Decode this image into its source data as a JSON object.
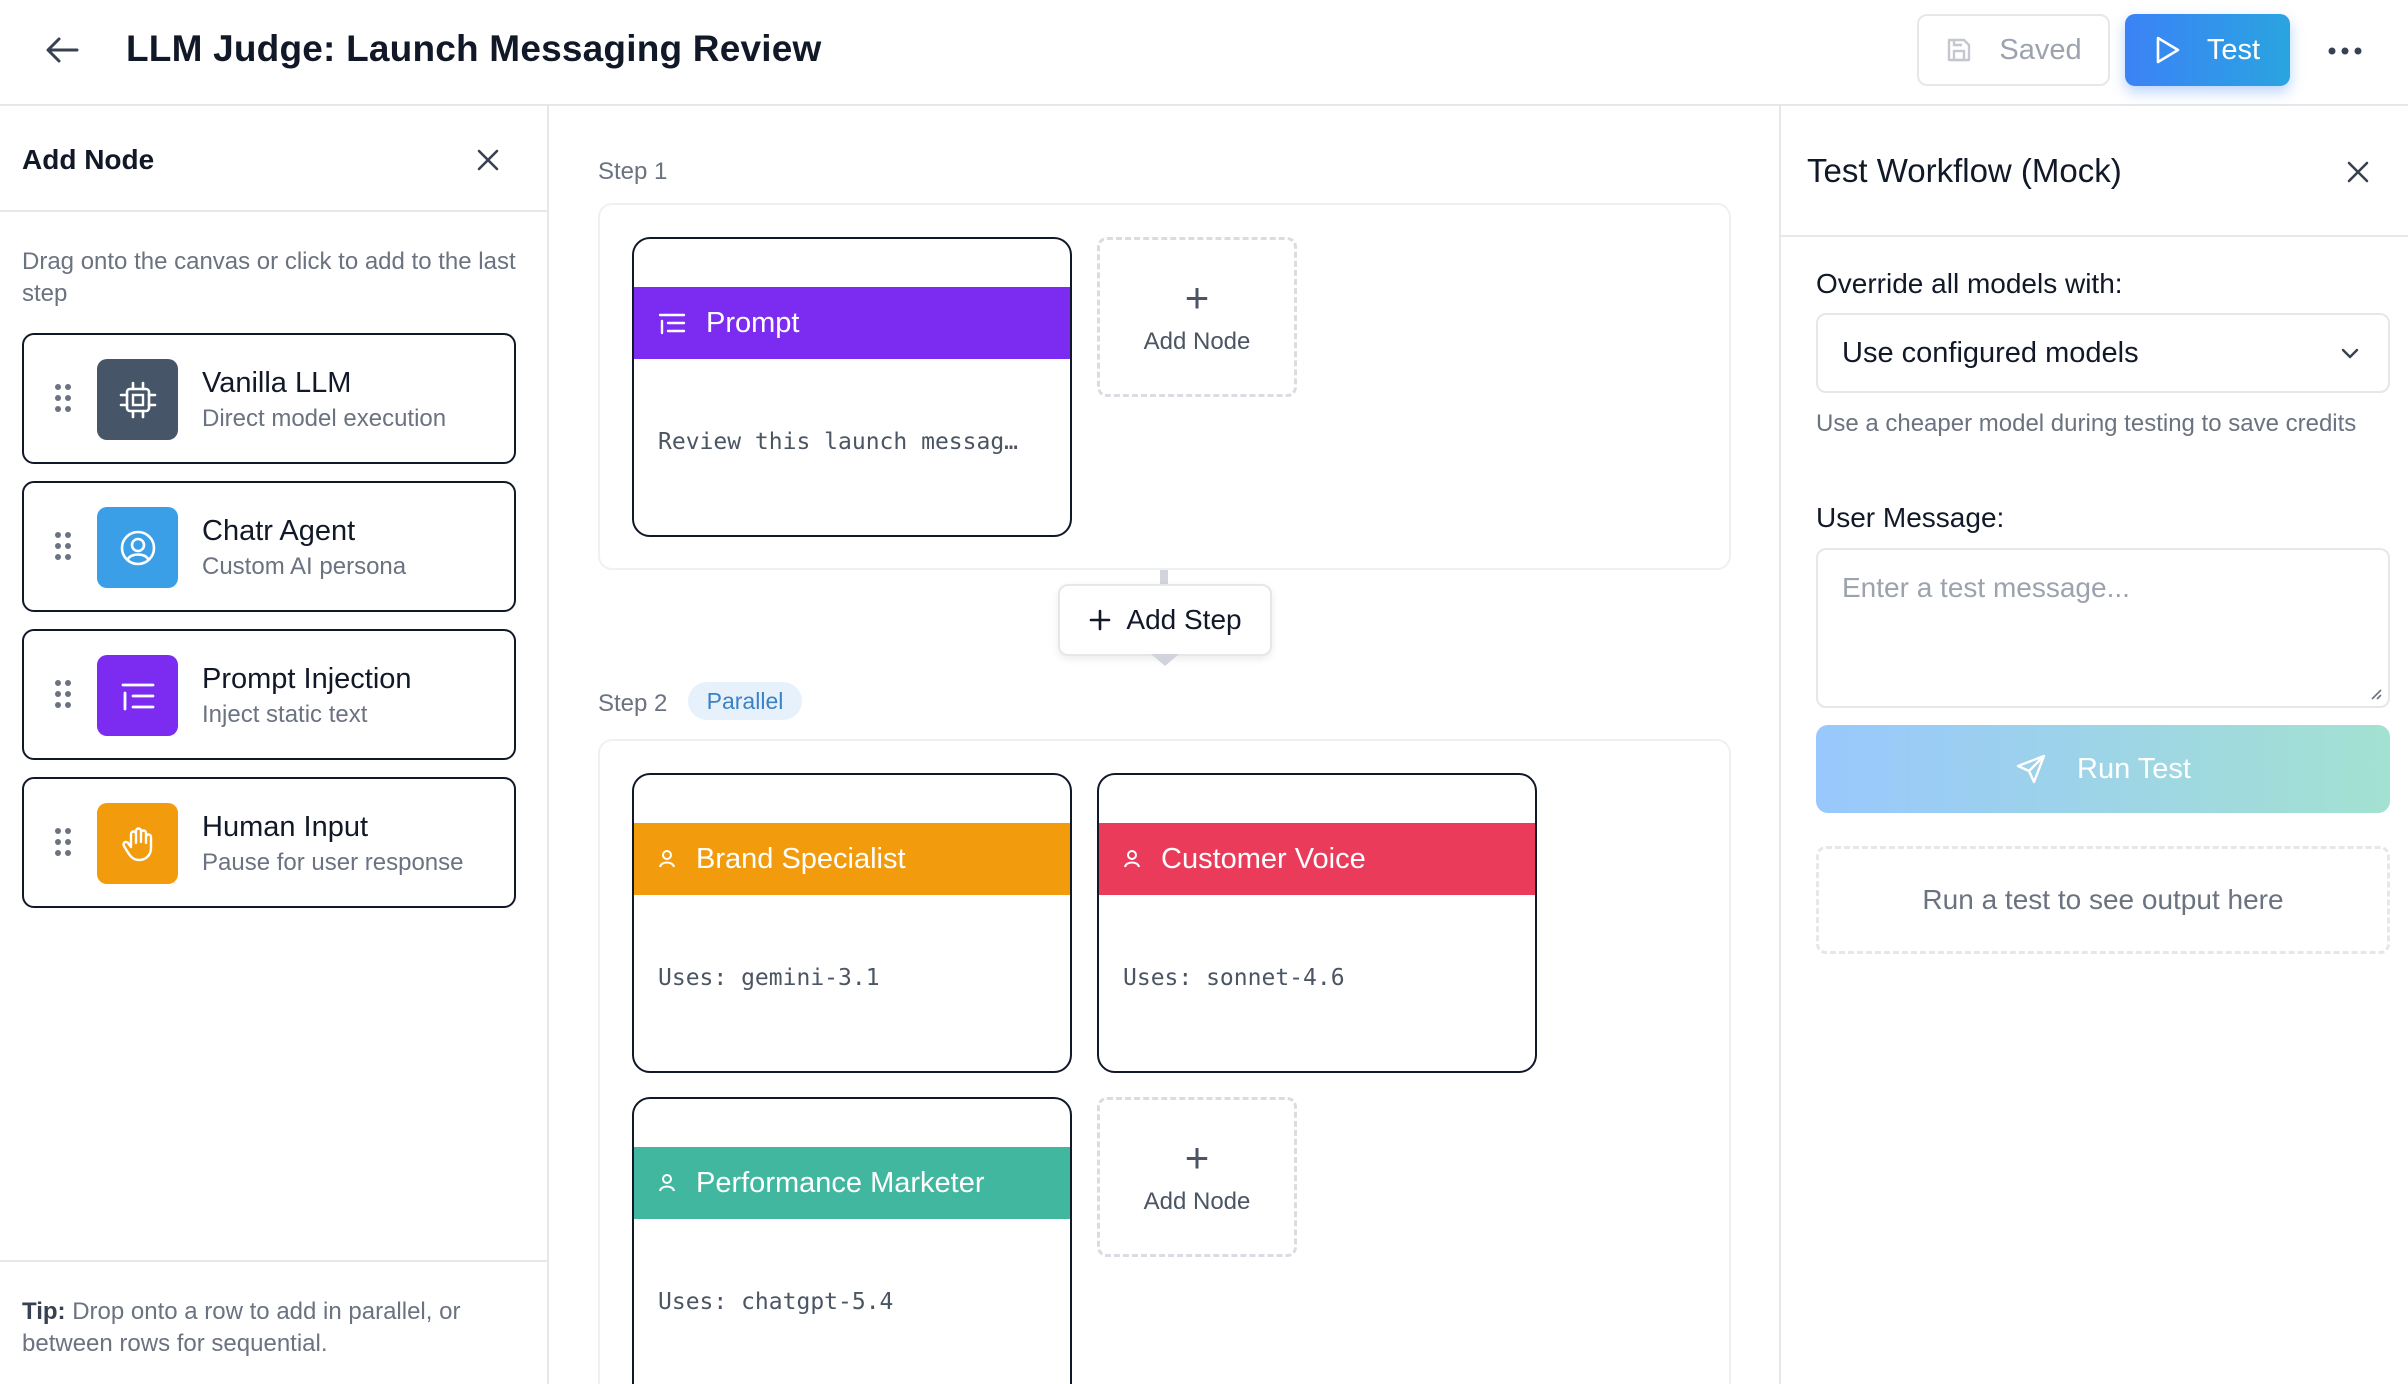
{
  "header": {
    "title": "LLM Judge: Launch Messaging Review",
    "saved_label": "Saved",
    "test_label": "Test"
  },
  "left_panel": {
    "title": "Add Node",
    "hint": "Drag onto the canvas or click to add to the last step",
    "items": [
      {
        "name": "Vanilla LLM",
        "description": "Direct model execution",
        "icon": "cpu-chip-icon",
        "color": "#475569"
      },
      {
        "name": "Chatr Agent",
        "description": "Custom AI persona",
        "icon": "user-circle-icon",
        "color": "#3b9fe8"
      },
      {
        "name": "Prompt Injection",
        "description": "Inject static text",
        "icon": "text-list-icon",
        "color": "#7c2cf0"
      },
      {
        "name": "Human Input",
        "description": "Pause for user response",
        "icon": "hand-icon",
        "color": "#f29b0c"
      }
    ],
    "tip_label": "Tip:",
    "tip_text": " Drop onto a row to add in parallel, or between rows for sequential."
  },
  "canvas": {
    "step1": {
      "label": "Step 1",
      "nodes": [
        {
          "title": "Prompt",
          "body": "Review this launch messag…",
          "color": "#7c2cf0",
          "icon": "text-list-icon"
        }
      ],
      "add_node_label": "Add Node"
    },
    "add_step_label": "Add Step",
    "step2": {
      "label": "Step 2",
      "badge": "Parallel",
      "nodes": [
        {
          "title": "Brand Specialist",
          "body": "Uses: gemini-3.1",
          "color": "#f29b0c",
          "icon": "user-icon"
        },
        {
          "title": "Customer Voice",
          "body": "Uses: sonnet-4.6",
          "color": "#ea3b5a",
          "icon": "user-icon"
        },
        {
          "title": "Performance Marketer",
          "body": "Uses: chatgpt-5.4",
          "color": "#41b79f",
          "icon": "user-icon"
        }
      ],
      "add_node_label": "Add Node"
    }
  },
  "right_panel": {
    "title": "Test Workflow (Mock)",
    "override_label": "Override all models with:",
    "override_value": "Use configured models",
    "override_help": "Use a cheaper model during testing to save credits",
    "message_label": "User Message:",
    "message_placeholder": "Enter a test message...",
    "run_label": "Run Test",
    "output_placeholder": "Run a test to see output here"
  }
}
